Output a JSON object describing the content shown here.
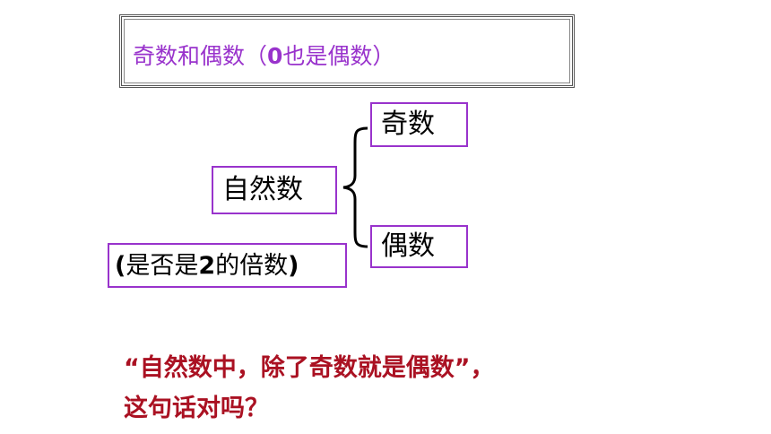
{
  "title": {
    "prefix": "奇数和偶数（",
    "zero": "0",
    "suffix": "也是偶数）"
  },
  "nodes": {
    "root": "自然数",
    "odd": "奇数",
    "even": "偶数"
  },
  "criterion": {
    "open": "(",
    "text1": "是否是",
    "num": "2",
    "text2": "的倍数",
    "close": ")"
  },
  "question": {
    "line1": "“自然数中，除了奇数就是偶数”，",
    "line2": "这句话对吗？"
  },
  "colors": {
    "title": "#9933cc",
    "box_border": "#9933cc",
    "question": "#aa1122"
  }
}
